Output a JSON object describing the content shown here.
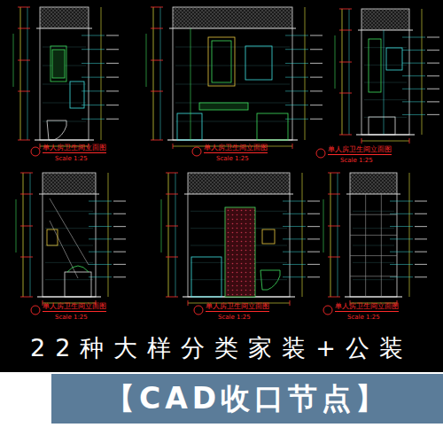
{
  "diagram": {
    "nodes": [
      {
        "text": [
          "22种大样分类家装+公装"
        ]
      },
      {
        "text": [
          "【CAD收口节点】"
        ]
      }
    ],
    "labels": [
      "单人房卫生间立面图",
      "Scale 1:25",
      "单人房卫生间立面图",
      "Scale 1:25",
      "单人房卫生间立面图",
      "Scale 1:25",
      "单人房卫生间立面图",
      "Scale 1:25",
      "单人房卫生间立面图",
      "Scale 1:25",
      "单人房卫生间立面图",
      "Scale 1:25"
    ]
  }
}
